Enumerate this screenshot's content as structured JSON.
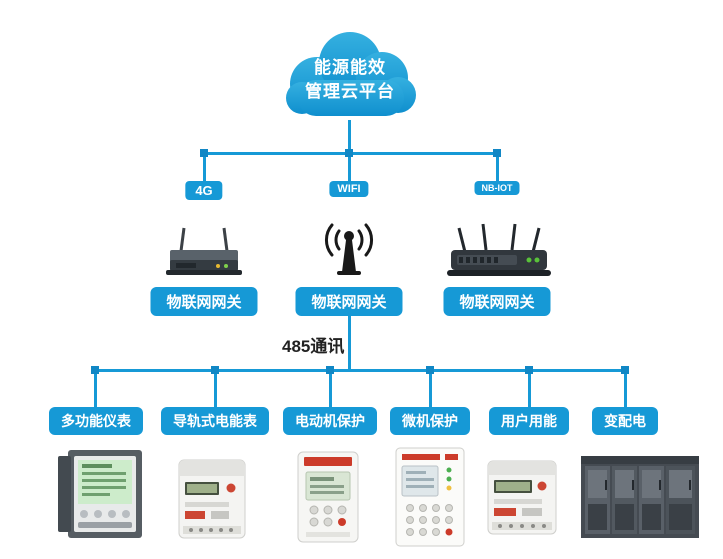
{
  "colors": {
    "primary": "#1699d6",
    "node": "#1187c5",
    "caption_text": "#222222"
  },
  "cloud": {
    "line1": "能源能效",
    "line2": "管理云平台"
  },
  "gateways": [
    {
      "badge": "4G",
      "label": "物联网网关",
      "icon": "router-4g-icon"
    },
    {
      "badge": "WIFI",
      "label": "物联网网关",
      "icon": "wifi-antenna-icon"
    },
    {
      "badge": "NB-IOT",
      "label": "物联网网关",
      "icon": "router-nbiot-icon"
    }
  ],
  "bus": {
    "label": "485通讯"
  },
  "devices": [
    {
      "label": "多功能仪表",
      "icon": "multifunction-meter-image"
    },
    {
      "label": "导轨式电能表",
      "icon": "din-rail-meter-image"
    },
    {
      "label": "电动机保护",
      "icon": "motor-protection-image"
    },
    {
      "label": "微机保护",
      "icon": "microcomputer-protection-image"
    },
    {
      "label": "用户用能",
      "icon": "user-energy-meter-image"
    },
    {
      "label": "变配电",
      "icon": "power-distribution-cabinet-image"
    }
  ]
}
